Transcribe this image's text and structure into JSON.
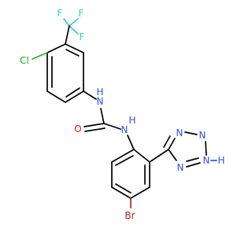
{
  "molecule": {
    "atoms": {
      "f1": "F",
      "f2": "F",
      "f3": "F",
      "cl": "Cl",
      "nh_top": "N",
      "nh_top_h": "H",
      "o": "O",
      "nh_mid": "N",
      "nh_mid_h": "H",
      "br": "Br",
      "n_t1": "N",
      "n_t2": "N",
      "n_t3": "N",
      "n_t3_h": "H",
      "n_t4": "N"
    },
    "colors": {
      "carbon": "#000000",
      "nitrogen": "#3050f8",
      "oxygen": "#ff0d0d",
      "fluorine": "#33cccc",
      "chlorine": "#1fb01f",
      "bromine": "#a52a2a"
    }
  }
}
